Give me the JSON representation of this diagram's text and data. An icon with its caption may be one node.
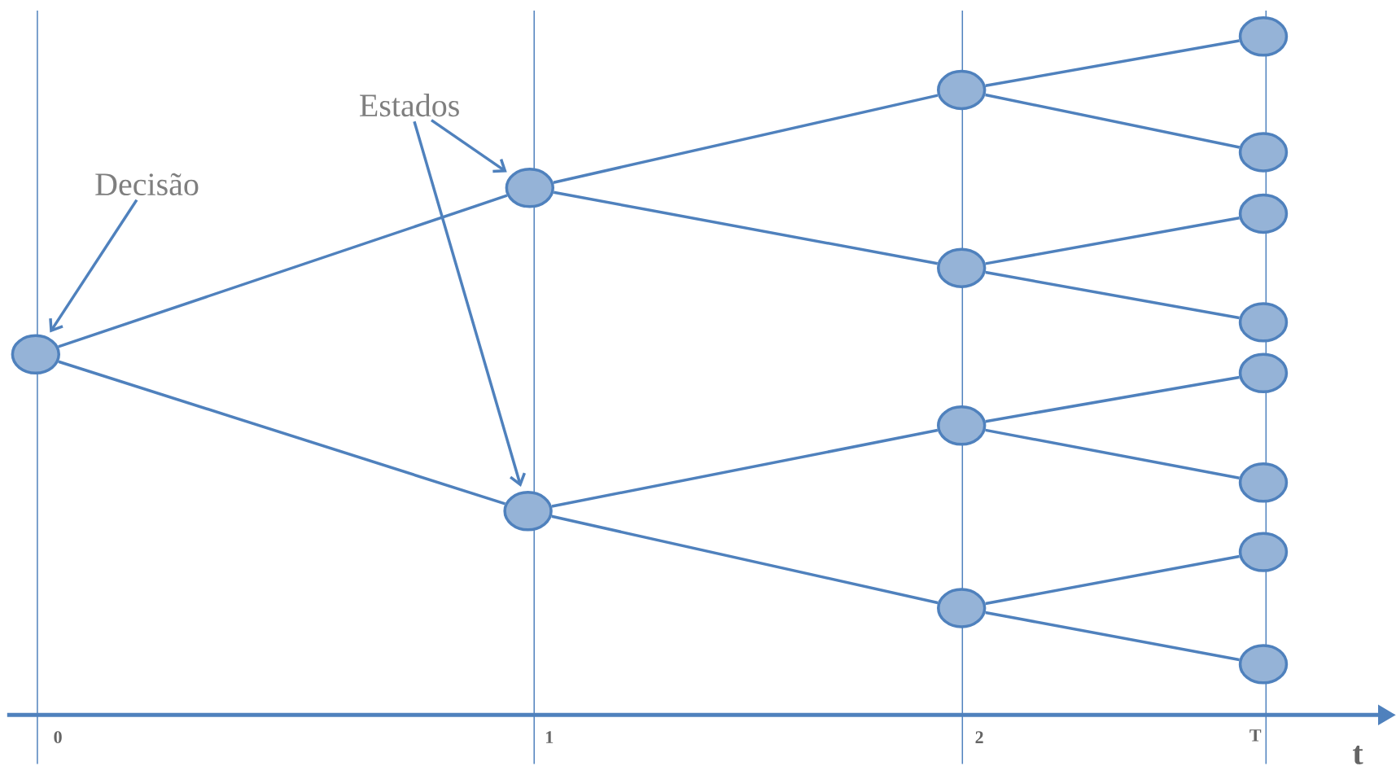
{
  "diagram": {
    "nodes": [
      {
        "text": [],
        "shape": "ellipse"
      },
      {
        "text": [],
        "shape": "ellipse"
      },
      {
        "text": [],
        "shape": "ellipse"
      },
      {
        "text": [],
        "shape": "ellipse"
      },
      {
        "text": [],
        "shape": "ellipse"
      },
      {
        "text": [],
        "shape": "ellipse"
      },
      {
        "text": [],
        "shape": "ellipse"
      },
      {
        "text": [],
        "shape": "ellipse"
      },
      {
        "text": [],
        "shape": "ellipse"
      },
      {
        "text": [],
        "shape": "ellipse"
      },
      {
        "text": [],
        "shape": "ellipse"
      },
      {
        "text": [],
        "shape": "ellipse"
      },
      {
        "text": [],
        "shape": "ellipse"
      },
      {
        "text": [],
        "shape": "ellipse"
      },
      {
        "text": [],
        "shape": "ellipse"
      },
      {
        "text": [
          "Decisão"
        ]
      },
      {
        "text": [
          "Estados"
        ]
      }
    ],
    "edges": [
      {
        "from": 0,
        "to": 1,
        "arrow": "none"
      },
      {
        "from": 0,
        "to": 2,
        "arrow": "none"
      },
      {
        "from": 1,
        "to": 3,
        "arrow": "none"
      },
      {
        "from": 1,
        "to": 4,
        "arrow": "none"
      },
      {
        "from": 2,
        "to": 5,
        "arrow": "none"
      },
      {
        "from": 2,
        "to": 6,
        "arrow": "none"
      },
      {
        "from": 3,
        "to": 7,
        "arrow": "none"
      },
      {
        "from": 3,
        "to": 8,
        "arrow": "none"
      },
      {
        "from": 4,
        "to": 9,
        "arrow": "none"
      },
      {
        "from": 4,
        "to": 10,
        "arrow": "none"
      },
      {
        "from": 5,
        "to": 11,
        "arrow": "none"
      },
      {
        "from": 5,
        "to": 12,
        "arrow": "none"
      },
      {
        "from": 6,
        "to": 13,
        "arrow": "none"
      },
      {
        "from": 6,
        "to": 14,
        "arrow": "none"
      },
      {
        "from": 15,
        "to": 0,
        "arrow": "to"
      },
      {
        "from": 16,
        "to": 1,
        "arrow": "to"
      },
      {
        "from": 16,
        "to": 2,
        "arrow": "to"
      }
    ],
    "labels": [
      "0",
      "1",
      "2",
      "T",
      "t"
    ]
  }
}
